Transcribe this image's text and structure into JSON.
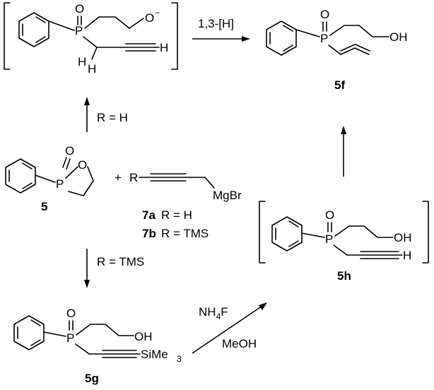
{
  "scheme": {
    "compounds": {
      "c5": "5",
      "c5f": "5f",
      "c5g": "5g",
      "c5h": "5h"
    },
    "reagents": {
      "r7a_id": "7a",
      "r7a_text": "R = H",
      "r7b_id": "7b",
      "r7b_text": "R = TMS",
      "grignard_R": "R",
      "grignard_plus": "+",
      "grignard_MgBr": "MgBr"
    },
    "arrows": {
      "up_label": "R = H",
      "down_label": "R = TMS",
      "top_label": "1,3-[H]",
      "diag_label_top_main": "NH",
      "diag_label_top_sub": "4",
      "diag_label_top_tail": "F",
      "diag_label_bottom": "MeOH"
    },
    "atoms": {
      "O": "O",
      "P": "P",
      "H": "H",
      "OH": "OH",
      "O_minus": "O",
      "minus": "−",
      "Si": "SiMe",
      "Si_sub": "3"
    }
  }
}
